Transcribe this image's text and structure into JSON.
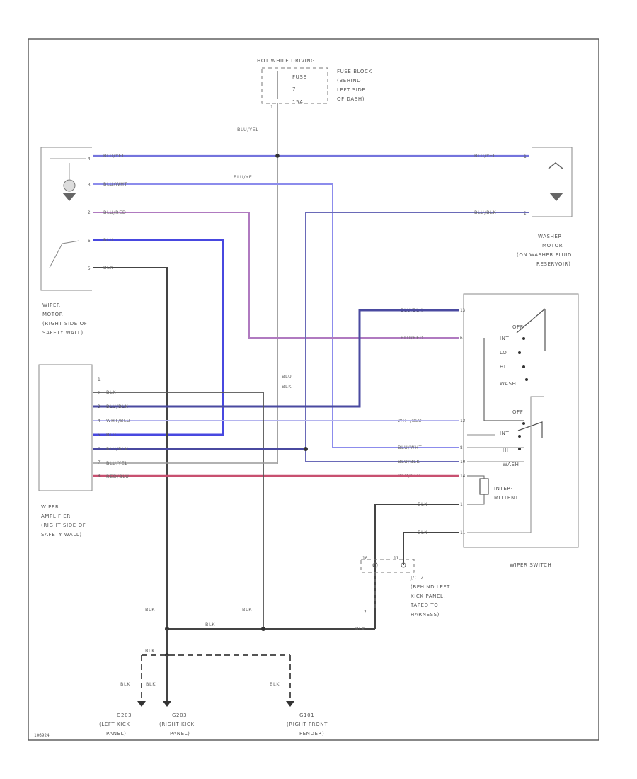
{
  "colors": {
    "blu_yel": "#7474dd",
    "blu_wht": "#8c8cec",
    "blu_red": "#9a4fa8",
    "blu": "#4848e0",
    "blu_blk": "#4a4aa0",
    "wht_blu": "#b4b4ee",
    "red_blu": "#c85070",
    "blk": "#444444"
  },
  "power": {
    "hot": "HOT WHILE DRIVING",
    "fuse_label": "FUSE",
    "fuse_num": "7",
    "fuse_amp": "15A",
    "fuse_block": [
      "FUSE BLOCK",
      "(BEHIND",
      "LEFT SIDE",
      "OF DASH)"
    ]
  },
  "components": {
    "wiper_motor": [
      "WIPER",
      "MOTOR",
      "(RIGHT SIDE OF",
      "SAFETY WALL)"
    ],
    "washer_motor": [
      "WASHER",
      "MOTOR",
      "(ON WASHER FLUID",
      "RESERVOIR)"
    ],
    "wiper_amplifier": [
      "WIPER",
      "AMPLIFIER",
      "(RIGHT SIDE OF",
      "SAFETY WALL)"
    ],
    "wiper_switch": "WIPER SWITCH",
    "intermittent": [
      "INTER-",
      "MITTENT"
    ],
    "switch_pos_top": [
      "OFF",
      "INT",
      "LO",
      "HI",
      "WASH"
    ],
    "switch_pos_bottom": [
      "OFF",
      "INT",
      "HI",
      "WASH"
    ],
    "junction": [
      "J/C 2",
      "(BEHIND LEFT",
      "KICK PANEL,",
      "TAPED TO",
      "HARNESS)"
    ],
    "grounds": [
      {
        "id": "G203",
        "loc": [
          "(LEFT KICK",
          "PANEL)"
        ]
      },
      {
        "id": "G203",
        "loc": [
          "(RIGHT KICK",
          "PANEL)"
        ]
      },
      {
        "id": "G101",
        "loc": [
          "(RIGHT FRONT",
          "FENDER)"
        ]
      }
    ]
  },
  "wires": {
    "fuse_out": "BLU/YEL",
    "fuse_branch": "BLU/YEL",
    "motor": [
      "BLU/YEL",
      "BLU/WHT",
      "BLU/RED",
      "BLU",
      "BLK"
    ],
    "washer": [
      "BLU/YEL",
      "BLU/BLK"
    ],
    "switch_top": [
      "BLU/BLK",
      "BLU/RED"
    ],
    "switch_bottom": [
      "WHT/BLU",
      "BLU/WHT",
      "BLU/BLK",
      "RED/BLU",
      "BLK",
      "BLK"
    ],
    "amplifier": [
      "BLK",
      "BLU/BLK",
      "WHT/BLU",
      "BLU",
      "BLU/BLK",
      "BLU/YEL",
      "RED/BLU"
    ],
    "center": [
      "BLU",
      "BLK"
    ],
    "ground_bus": [
      "BLK",
      "BLK",
      "BLK",
      "BLK",
      "BLK"
    ],
    "ground_drops": [
      "BLK",
      "BLK",
      "BLK"
    ]
  },
  "pins": {
    "fuse": [
      "1"
    ],
    "motor": [
      "4",
      "3",
      "2",
      "6",
      "5"
    ],
    "washer": [
      "1",
      "2"
    ],
    "switch": [
      "13",
      "6",
      "12",
      "8",
      "10",
      "14",
      "1",
      "11"
    ],
    "amp": [
      "1",
      "2",
      "3",
      "4",
      "5",
      "6",
      "7",
      "8"
    ],
    "jc": [
      "10",
      "11",
      "2"
    ]
  },
  "figure_id": "106924"
}
